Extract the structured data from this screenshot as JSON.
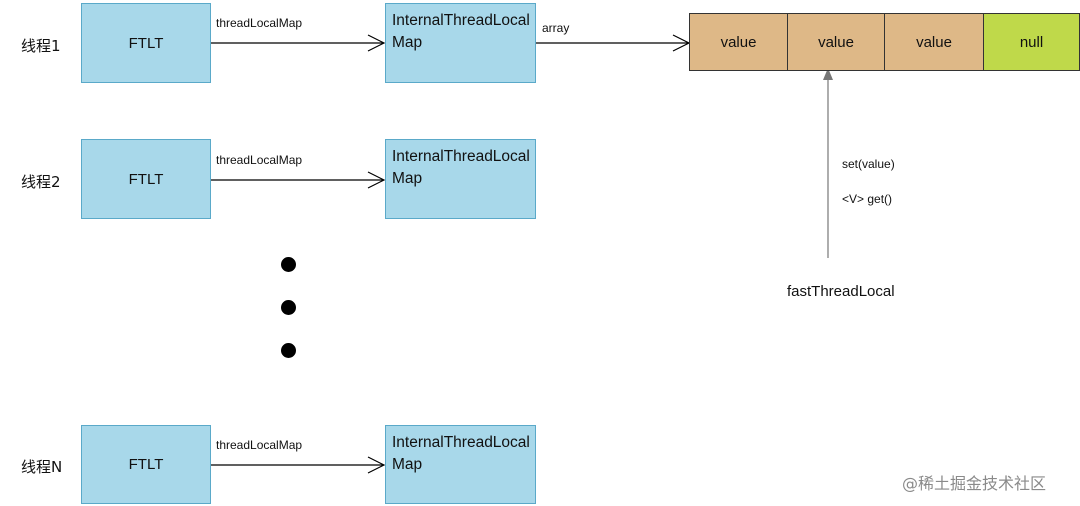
{
  "threads": [
    {
      "name": "线程1",
      "ftlt": "FTLT",
      "edge": "threadLocalMap",
      "map": "InternalThreadLocalMap"
    },
    {
      "name": "线程2",
      "ftlt": "FTLT",
      "edge": "threadLocalMap",
      "map": "InternalThreadLocalMap"
    },
    {
      "name": "线程N",
      "ftlt": "FTLT",
      "edge": "threadLocalMap",
      "map": "InternalThreadLocalMap"
    }
  ],
  "array_edge": "array",
  "array_cells": [
    "value",
    "value",
    "value",
    "null"
  ],
  "methods": {
    "set": "set(value)",
    "get": "<V> get()"
  },
  "fast_thread_local": "fastThreadLocal",
  "watermark": "@稀土掘金技术社区",
  "colors": {
    "box_fill": "#a8d8ea",
    "value_fill": "#deb887",
    "null_fill": "#bfd94a"
  }
}
